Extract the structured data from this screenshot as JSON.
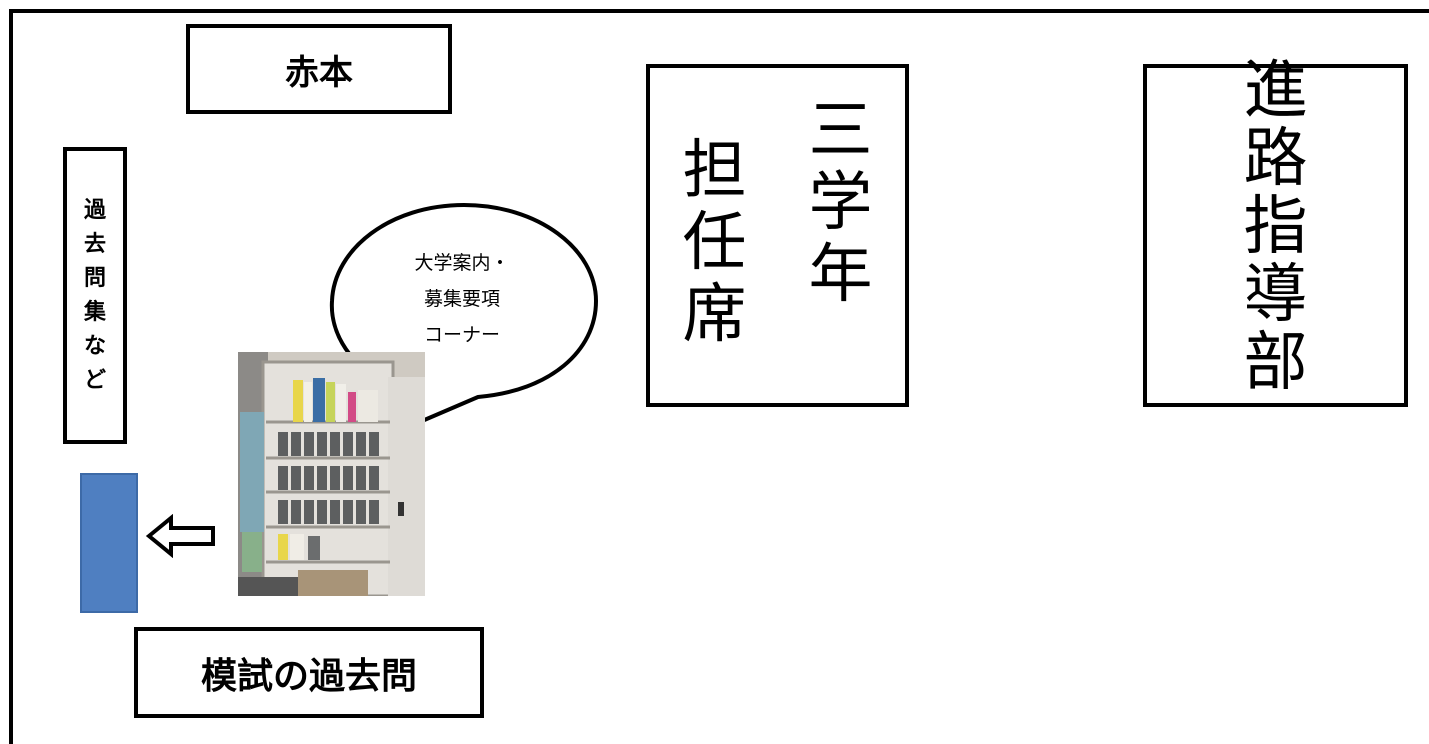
{
  "labels": {
    "akahon": "赤本",
    "kakomon_shu": [
      "過",
      "去",
      "問",
      "集",
      "な",
      "ど"
    ],
    "moshi_kakomon": "模試の過去問",
    "sangaku": [
      "三",
      "学",
      "年"
    ],
    "tannin": [
      "担",
      "任",
      "席"
    ],
    "shinro": [
      "進",
      "路",
      "指",
      "導",
      "部"
    ],
    "bubble": [
      "大学案内・",
      "募集要項",
      "コーナー"
    ]
  },
  "colors": {
    "border": "#000000",
    "blue_block": "#4f7fc1",
    "background": "#ffffff"
  },
  "icons": {
    "arrow": "left-arrow-icon",
    "photo": "bookshelf-photo"
  }
}
